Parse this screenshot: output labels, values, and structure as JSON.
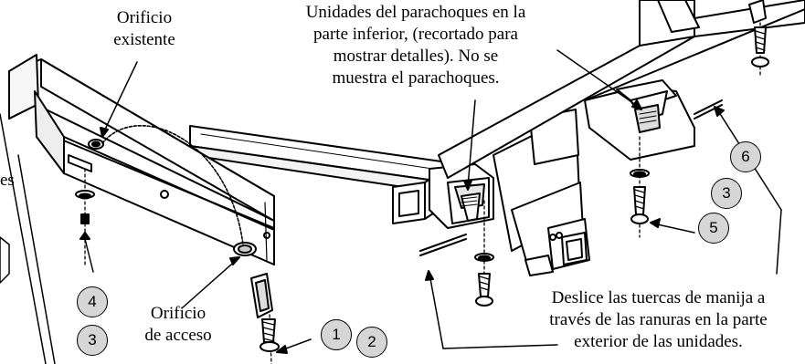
{
  "labels": {
    "existing_hole": [
      "Orificio",
      "existente"
    ],
    "access_hole": [
      "Orificio",
      "de acceso"
    ],
    "bumper_note": [
      "Unidades del parachoques en la",
      "parte inferior, (recortado para",
      "mostrar detalles). No se",
      "muestra el parachoques."
    ],
    "slide_note": [
      "Deslice las tuercas de manija a",
      "través de las ranuras en la parte",
      "exterior de las unidades."
    ],
    "cut_off_left": "es"
  },
  "callouts": {
    "left_bolt": [
      "4",
      "3"
    ],
    "center_bolt": [
      "1",
      "2"
    ],
    "right_bolt": [
      "6",
      "3",
      "5"
    ]
  }
}
